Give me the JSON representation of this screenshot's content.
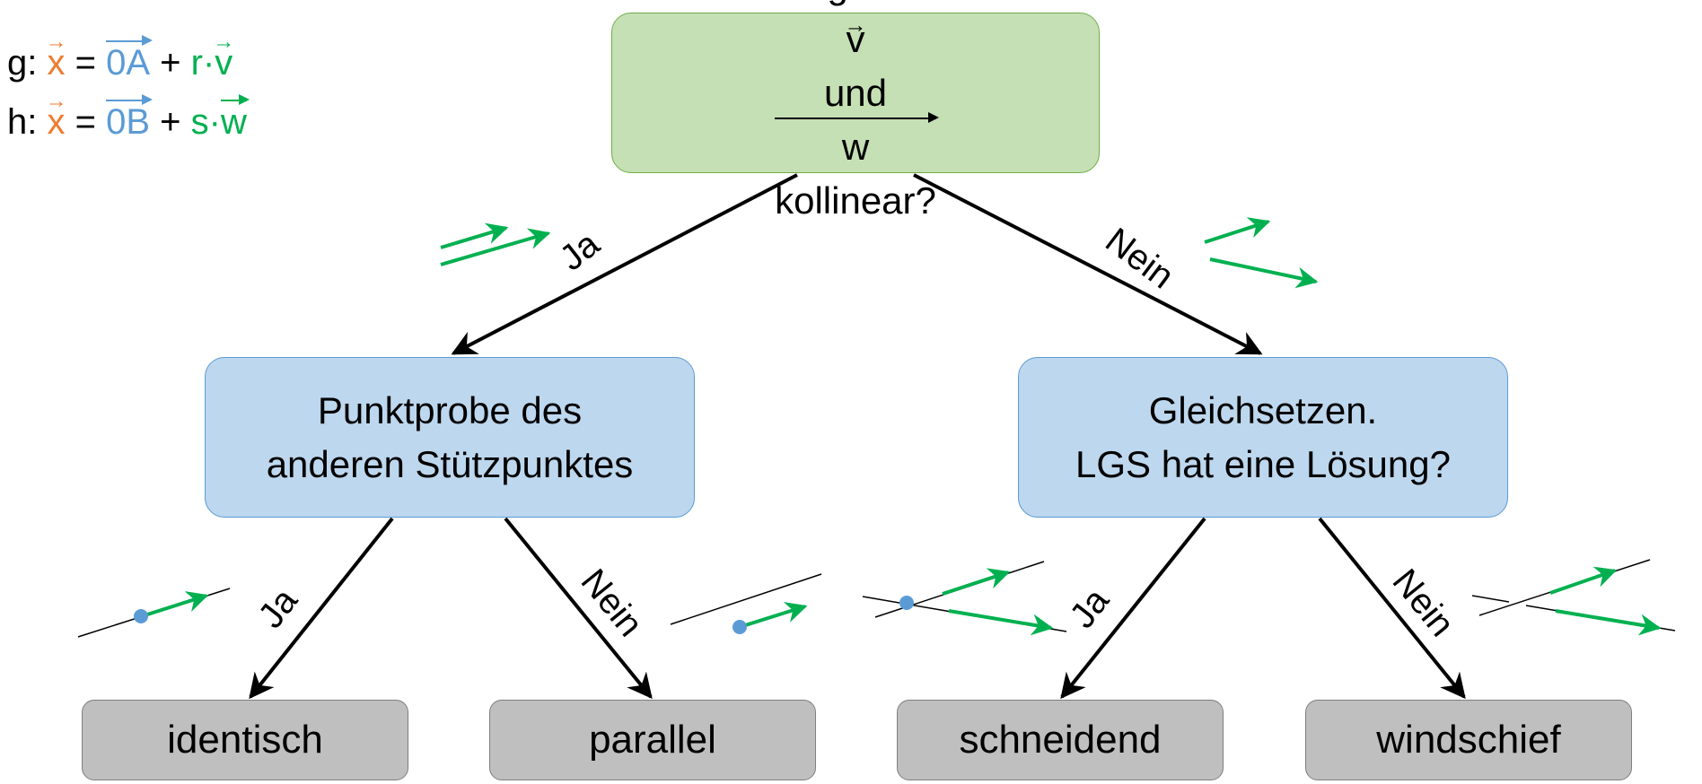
{
  "equations": {
    "g": {
      "prefix": "g:",
      "x": "x",
      "eq": "=",
      "base": "0A",
      "plus": "+",
      "param": "r·",
      "dir": "v"
    },
    "h": {
      "prefix": "h:",
      "x": "x",
      "eq": "=",
      "base": "0B",
      "plus": "+",
      "param": "s·",
      "dir": "w"
    }
  },
  "nodes": {
    "root": {
      "line1": "Richtungsvektoren ",
      "line1_vec": "v",
      "line2_pre": "und ",
      "line2_vec": "w",
      "line2_post": " kollinear?"
    },
    "left": {
      "line1": "Punktprobe des",
      "line2": "anderen Stützpunktes"
    },
    "right": {
      "line1": "Gleichsetzen.",
      "line2": "LGS hat eine Lösung?"
    }
  },
  "leaves": {
    "identisch": "identisch",
    "parallel": "parallel",
    "schneidend": "schneidend",
    "windschief": "windschief"
  },
  "edges": {
    "root_left": "Ja",
    "root_right": "Nein",
    "left_identisch": "Ja",
    "left_parallel": "Nein",
    "right_schneidend": "Ja",
    "right_windschief": "Nein"
  },
  "colors": {
    "root_fill": "#c5e0b4",
    "decision_fill": "#bdd7ee",
    "leaf_fill": "#bfbfbf",
    "vector_green": "#00b050",
    "point_blue": "#5b9bd5",
    "x_orange": "#ed7d31"
  }
}
